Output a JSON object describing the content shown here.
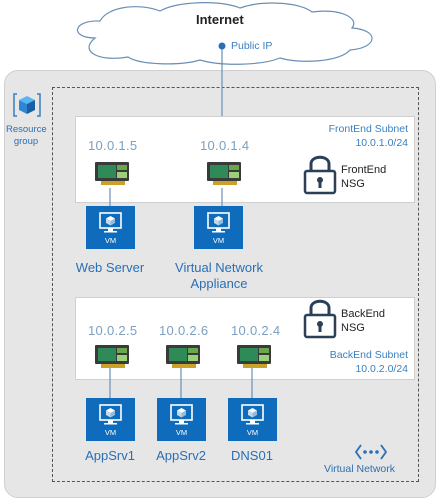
{
  "internet": {
    "label": "Internet",
    "public_ip_label": "Public IP"
  },
  "resource_group": {
    "label_line1": "Resource",
    "label_line2": "group"
  },
  "virtual_network": {
    "label": "Virtual Network"
  },
  "frontend_subnet": {
    "name": "FrontEnd Subnet",
    "cidr": "10.0.1.0/24",
    "nsg_line1": "FrontEnd",
    "nsg_line2": "NSG",
    "nics": [
      {
        "ip": "10.0.1.5"
      },
      {
        "ip": "10.0.1.4"
      }
    ]
  },
  "backend_subnet": {
    "name": "BackEnd Subnet",
    "cidr": "10.0.2.0/24",
    "nsg_line1": "BackEnd",
    "nsg_line2": "NSG",
    "nics": [
      {
        "ip": "10.0.2.5"
      },
      {
        "ip": "10.0.2.6"
      },
      {
        "ip": "10.0.2.4"
      }
    ]
  },
  "vms": [
    {
      "badge": "VM",
      "label_line1": "Web Server",
      "label_line2": ""
    },
    {
      "badge": "VM",
      "label_line1": "Virtual Network",
      "label_line2": "Appliance"
    },
    {
      "badge": "VM",
      "label_line1": "AppSrv1",
      "label_line2": ""
    },
    {
      "badge": "VM",
      "label_line1": "AppSrv2",
      "label_line2": ""
    },
    {
      "badge": "VM",
      "label_line1": "DNS01",
      "label_line2": ""
    }
  ],
  "colors": {
    "accent": "#0f6cbd",
    "ip_text": "#7a9fc2",
    "nic_green": "#2e8b57"
  }
}
